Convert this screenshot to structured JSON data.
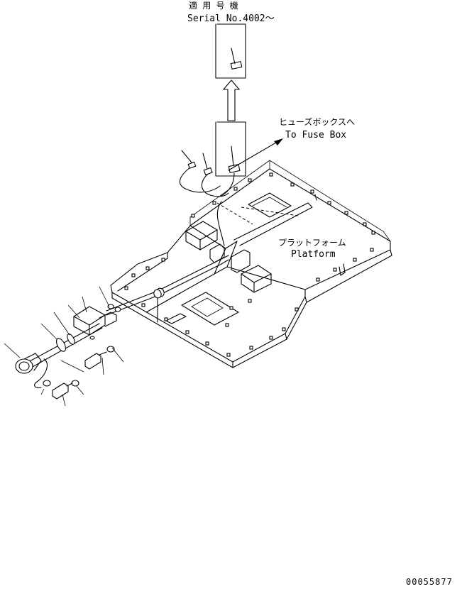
{
  "labels": {
    "applicable_model_jp": "適 用 号 機",
    "serial_no": "Serial No.4002～",
    "to_fuse_box_jp": "ヒューズボックスへ",
    "to_fuse_box_en": "To Fuse Box",
    "platform_jp": "プラットフォーム",
    "platform_en": "Platform",
    "drawing_number": "00055877"
  }
}
